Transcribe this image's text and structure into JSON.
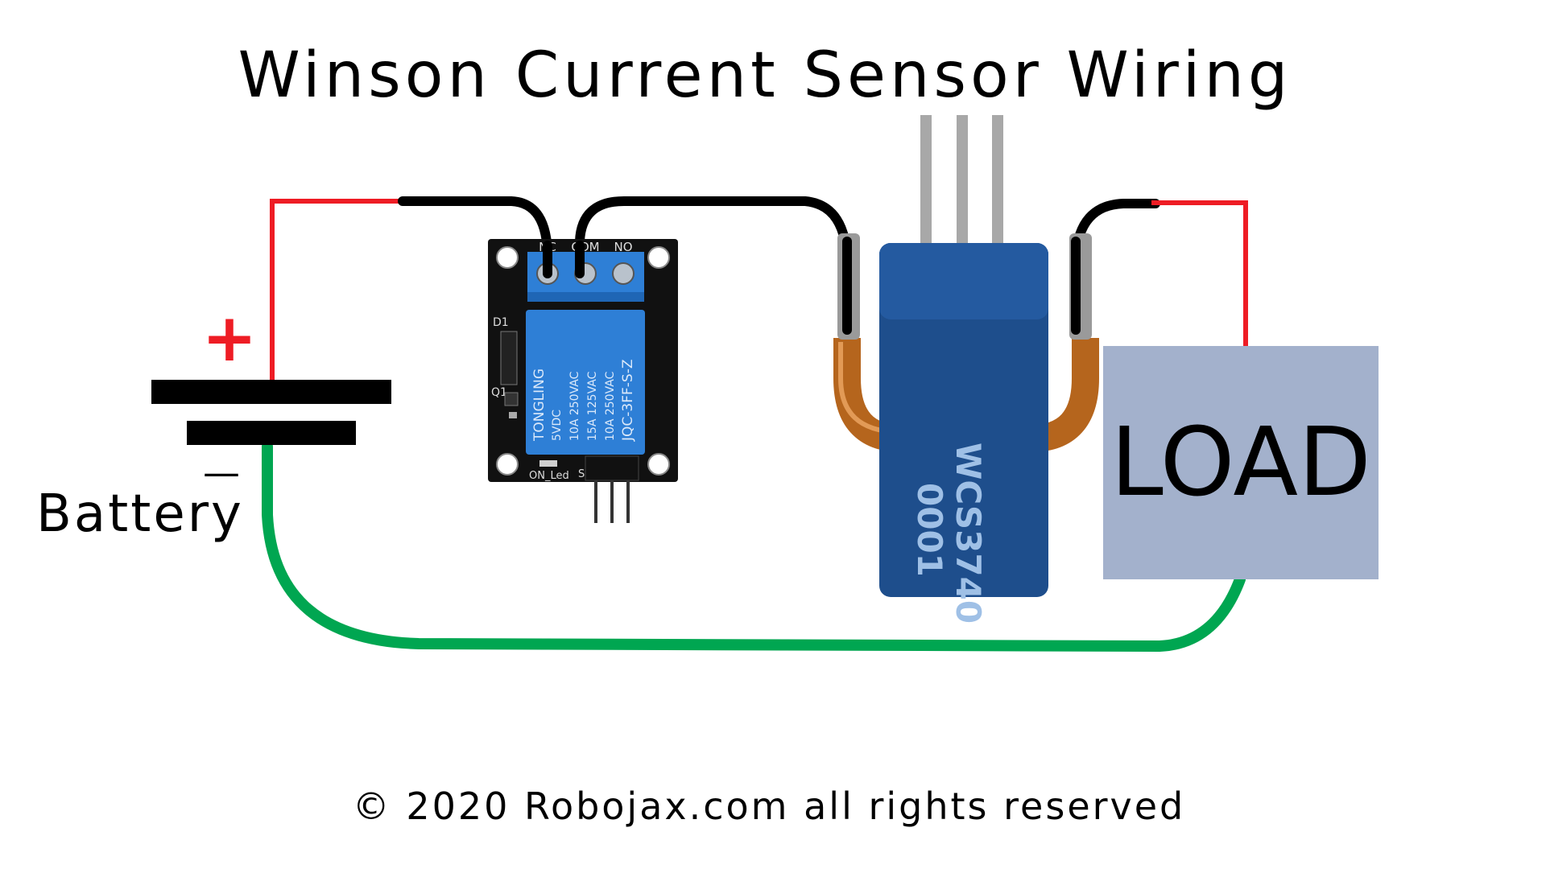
{
  "title": "Winson Current Sensor Wiring",
  "battery": {
    "label": "Battery",
    "plus": "+",
    "minus": "—"
  },
  "relay": {
    "terminals": [
      "NC",
      "COM",
      "NO"
    ],
    "brand": "TONGLING",
    "ratings": [
      "5VDC",
      "10A 250VAC",
      "15A 125VAC",
      "10A 250VAC"
    ],
    "model": "JQC-3FF-S-Z",
    "d1_label": "D1",
    "q1_label": "Q1",
    "led_label": "ON_Led",
    "pin_label": "S"
  },
  "sensor": {
    "line1": "WCS3740",
    "line2": "0001"
  },
  "load": {
    "label": "LOAD"
  },
  "copyright": "© 2020 Robojax.com all rights reserved",
  "colors": {
    "positive_wire": "#ee1c24",
    "switched_wire": "#000000",
    "ground_wire": "#00a651",
    "relay_board": "#111111",
    "relay_blue": "#2e7fd6",
    "sensor_blue": "#1e4e8c",
    "copper": "#b5651d",
    "load_box": "#a3b1cc"
  }
}
